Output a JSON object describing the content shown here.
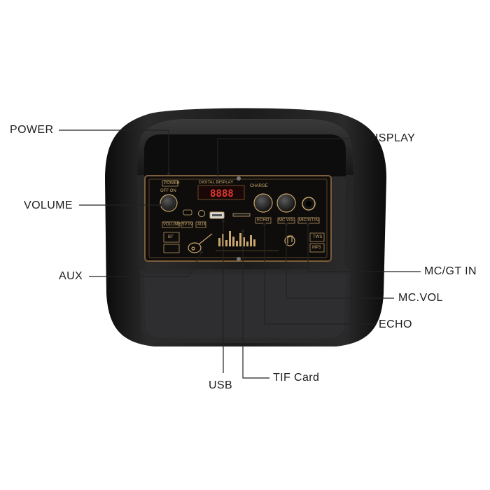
{
  "callouts": {
    "power": "POWER",
    "volume": "VOLUME",
    "aux": "AUX",
    "display": "DISPLAY",
    "mc_gt_in": "MC/GT IN",
    "mc_vol": "MC.VOL",
    "echo": "ECHO",
    "tif_card": "TIF Card",
    "usb": "USB"
  },
  "panel": {
    "power": "POWER",
    "digital_display": "DIGITAL DISPLAY",
    "charge": "CHARGE",
    "off_on": "OFF  ON",
    "volume": "VOLUME",
    "dc": "5V IN",
    "aux": "AUX",
    "echo": "ECHO",
    "mc_vol": "MC.VOL",
    "mic_gt_in": "MIC/GT.IN",
    "bt": "BT",
    "tws": "TWS",
    "mp3": "MP3",
    "segment_readout": "8888"
  },
  "colors": {
    "speaker_body": "#1b1b1c",
    "panel_bg": "#0f0d0b",
    "panel_gold": "#c9a66b",
    "panel_frame": "#7b5d3a",
    "display_red": "#e0382f",
    "callout_line": "#222222"
  }
}
